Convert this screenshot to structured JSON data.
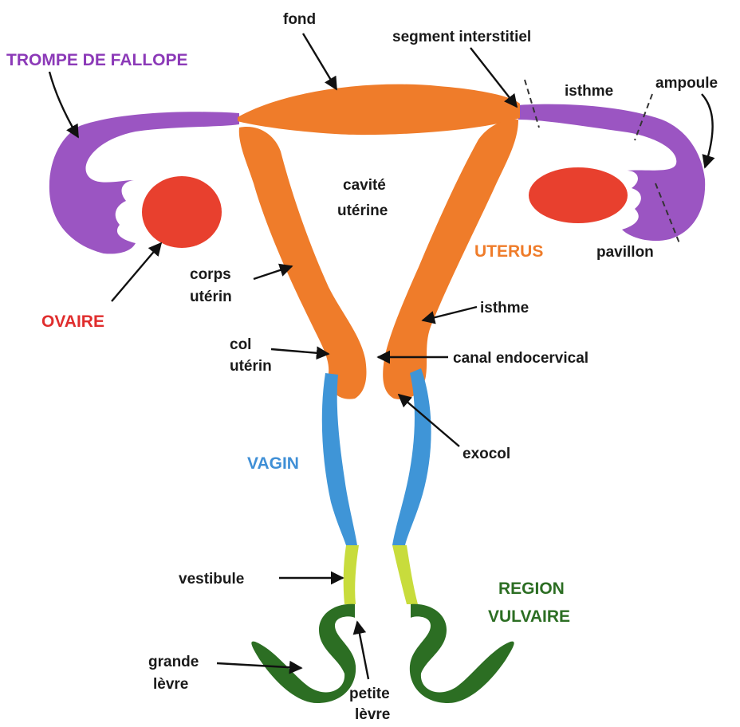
{
  "colors": {
    "tube": "#9b55c2",
    "ovary": "#e8402e",
    "uterus": "#ef7c2a",
    "vagina": "#3f95d7",
    "vestibule": "#c8dc3c",
    "vulva": "#2c6e23",
    "tube_label": "#8c3ab8",
    "ovary_label": "#e02d2d",
    "uterus_label": "#ef7c2a",
    "vagina_label": "#3f8fd6",
    "vulva_label": "#2c6e23"
  },
  "labels": {
    "trompe": "TROMPE DE FALLOPE",
    "fond": "fond",
    "segment": "segment interstitiel",
    "isthme_tube": "isthme",
    "ampoule": "ampoule",
    "pavillon": "pavillon",
    "cavite_1": "cavité",
    "cavite_2": "utérine",
    "uterus": "UTERUS",
    "corps_1": "corps",
    "corps_2": "utérin",
    "ovaire": "OVAIRE",
    "isthme_uterus": "isthme",
    "col_1": "col",
    "col_2": "utérin",
    "canal": "canal endocervical",
    "vagin": "VAGIN",
    "exocol": "exocol",
    "vestibule": "vestibule",
    "region_1": "REGION",
    "region_2": "VULVAIRE",
    "grande_1": "grande",
    "grande_2": "lèvre",
    "petite_1": "petite",
    "petite_2": "lèvre"
  }
}
